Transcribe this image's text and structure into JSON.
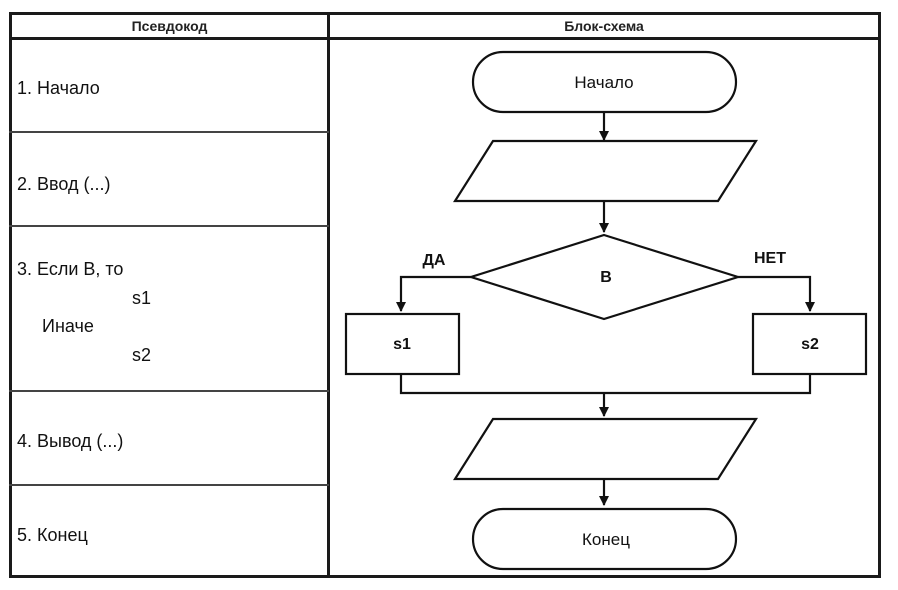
{
  "headers": {
    "pseudocode": "Псевдокод",
    "flowchart": "Блок-схема"
  },
  "pseudocode": {
    "step1": "1. Начало",
    "step2": "2. Ввод (...)",
    "step3_line1": "3. Если В, то",
    "step3_line2": "s1",
    "step3_line3": "Иначе",
    "step3_line4": "s2",
    "step4": "4. Вывод (...)",
    "step5": "5. Конец"
  },
  "flowchart": {
    "start": "Начало",
    "condition": "В",
    "yes_label": "ДА",
    "no_label": "НЕТ",
    "branch_yes": "s1",
    "branch_no": "s2",
    "end": "Конец"
  }
}
